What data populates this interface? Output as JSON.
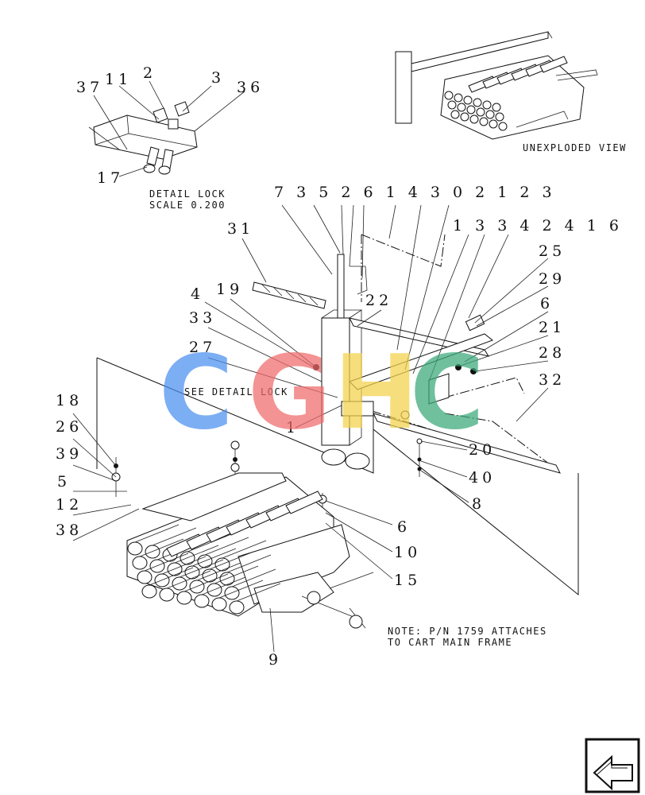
{
  "callouts": {
    "c1": "1",
    "c2": "2",
    "c3": "3",
    "c4": "4",
    "c5": "5",
    "c6a": "6",
    "c6b": "6",
    "c7": "7",
    "c8": "8",
    "c9": "9",
    "c10": "10",
    "c11": "11",
    "c12": "12",
    "c15": "15",
    "c17": "17",
    "c18": "18",
    "c19": "19",
    "c20": "20",
    "c21": "21",
    "c22": "22",
    "c25": "25",
    "c26": "26",
    "c27": "27",
    "c28": "28",
    "c29": "29",
    "c31": "31",
    "c32": "32",
    "c33": "33",
    "c36": "36",
    "c37": "37",
    "c38": "38",
    "c39": "39",
    "c40": "40",
    "top_group": "7 3 5 2 6 1 4  3 0 2 1 2 3",
    "top_group2": "1 3 3 4 2 4 1 6"
  },
  "text": {
    "detail_lock": "DETAIL LOCK",
    "scale": "SCALE 0.200",
    "unexploded_view": "UNEXPLODED VIEW",
    "see_detail_lock": "SEE DETAIL LOCK",
    "note_line1": "NOTE: P/N 1759 ATTACHES",
    "note_line2": "TO CART MAIN FRAME"
  },
  "watermark": {
    "letters": [
      "C",
      "G",
      "H",
      "C"
    ],
    "colors": [
      "#4a8ff0",
      "#f06a6a",
      "#f5d24a",
      "#3aa87a"
    ]
  },
  "icons": {
    "nav": "arrow-icon"
  }
}
